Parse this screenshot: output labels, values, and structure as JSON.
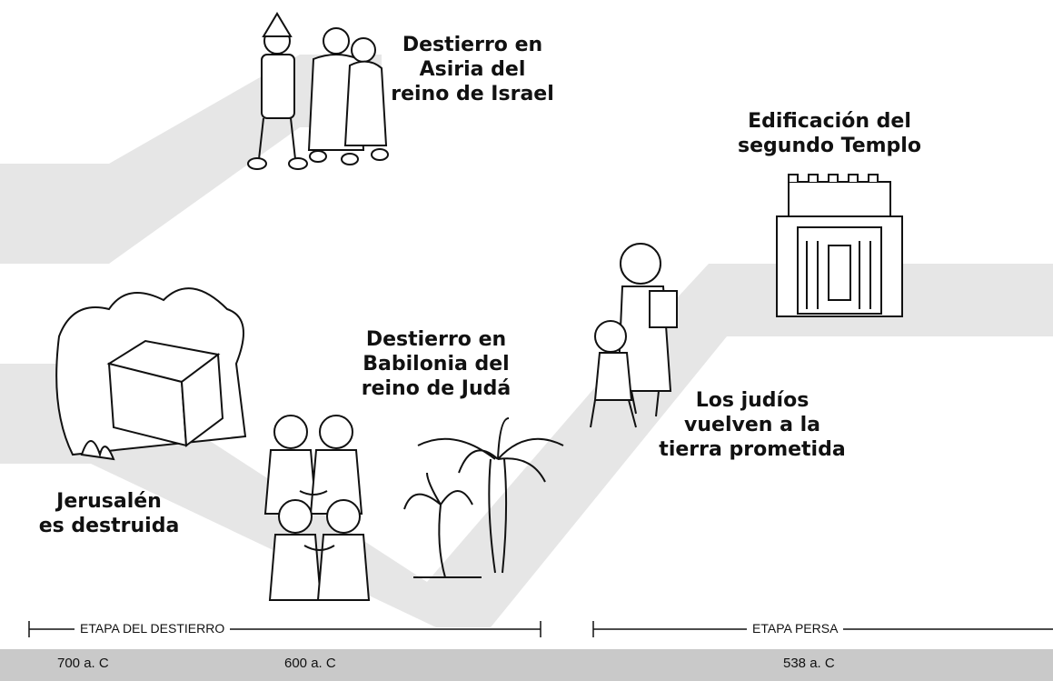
{
  "events": {
    "assyria": [
      "Destierro en",
      "Asiria del",
      "reino de Israel"
    ],
    "temple": [
      "Edificación del",
      "segundo Templo"
    ],
    "babylon": [
      "Destierro en",
      "Babilonia del",
      "reino de Judá"
    ],
    "return": [
      "Los judíos",
      "vuelven a la",
      "tierra prometida"
    ],
    "jerusalem": [
      "Jerusalén",
      "es destruida"
    ]
  },
  "eras": {
    "exile": "ETAPA DEL DESTIERRO",
    "persian": "ETAPA PERSA"
  },
  "dates": {
    "d700": "700 a. C",
    "d600": "600 a. C",
    "d538": "538 a. C"
  }
}
